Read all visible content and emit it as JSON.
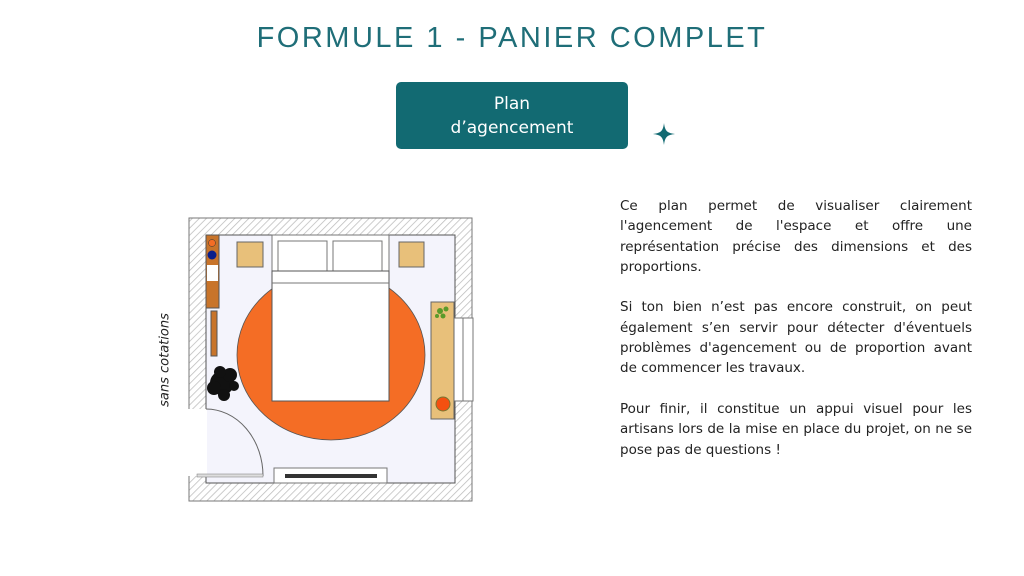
{
  "title": "FORMULE 1 - PANIER COMPLET",
  "badge": {
    "line1": "Plan",
    "line2": "d’agencement"
  },
  "side_label": "sans cotations",
  "description": [
    "Ce plan permet de visualiser clairement l'agencement de l'espace et offre une représentation précise des dimensions et des proportions.",
    "Si ton bien n’est pas encore construit, on peut également s’en servir pour détecter d'éventuels problèmes d'agencement ou de proportion avant de commencer les travaux.",
    "Pour finir, il constitue un appui visuel pour les artisans lors de la mise en place du projet, on ne se pose pas de questions !"
  ],
  "colors": {
    "accent": "#126a72",
    "rug": "#f46d25",
    "wood": "#e8c07a",
    "floor": "#f4f4fc"
  }
}
